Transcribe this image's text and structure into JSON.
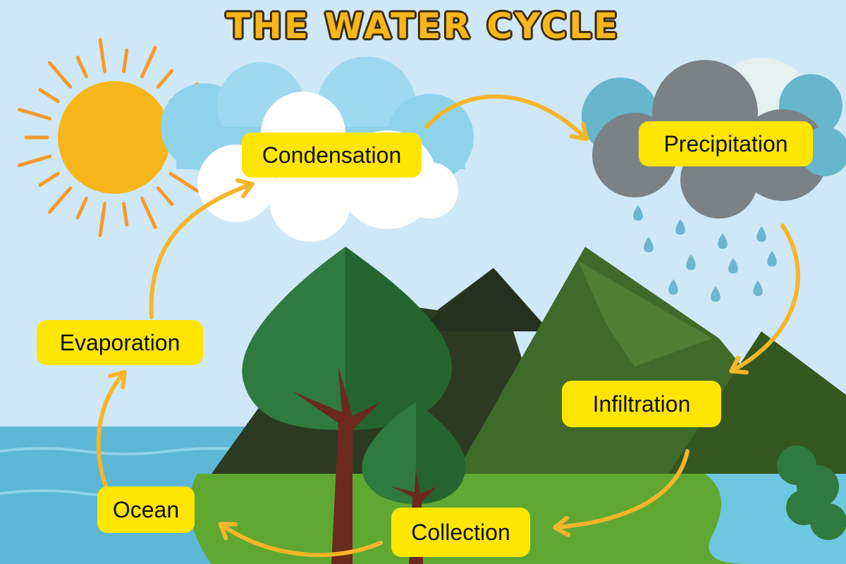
{
  "title": "THE WATER CYCLE",
  "stages": {
    "condensation": "Condensation",
    "precipitation": "Precipitation",
    "evaporation": "Evaporation",
    "infiltration": "Infiltration",
    "ocean": "Ocean",
    "collection": "Collection"
  },
  "colors": {
    "sky": "#cfe8f7",
    "sun": "#f7b71a",
    "label_bg": "#ffe600",
    "arrow": "#f7b52a",
    "water": "#5cb8d6",
    "grass": "#5ea832",
    "mountain": "#3f6b2a",
    "rain_cloud": "#7a8286"
  },
  "icons": [
    "sun-icon",
    "cloud-icon",
    "rain-cloud-icon",
    "raindrop-icon",
    "mountain-icon",
    "tree-icon",
    "bush-icon",
    "arrow-icon"
  ]
}
